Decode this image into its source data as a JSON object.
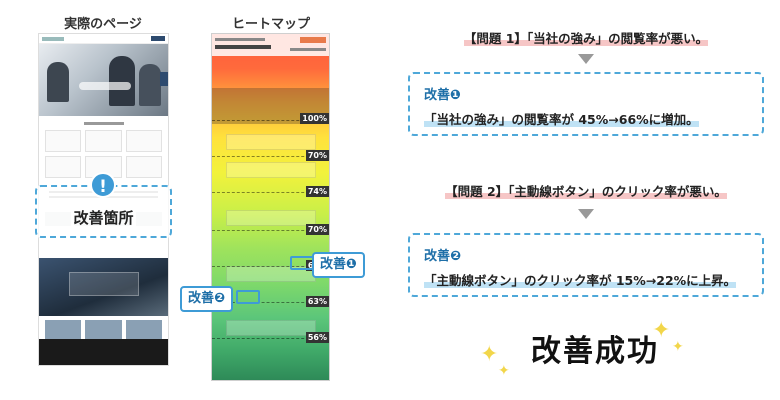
{
  "columns": {
    "actual_title": "実際のページ",
    "heatmap_title": "ヒートマップ"
  },
  "actual_page": {
    "alert_symbol": "!",
    "focus_label": "改善箇所"
  },
  "heatmap": {
    "percentages": [
      "100%",
      "70%",
      "74%",
      "70%",
      "68%",
      "63%",
      "56%"
    ],
    "tag1": "改善❶",
    "tag2": "改善❷"
  },
  "problems": [
    {
      "problem": "【問題 1】「当社の強み」の閲覧率が悪い。",
      "result_heading": "改善❶",
      "result_text": "「当社の強み」の閲覧率が 45%→66%に増加。"
    },
    {
      "problem": "【問題 2】「主動線ボタン」のクリック率が悪い。",
      "result_heading": "改善❷",
      "result_text": "「主動線ボタン」のクリック率が 15%→22%に上昇。"
    }
  ],
  "success_text": "改善成功",
  "colors": {
    "accent_blue": "#3e9bd6",
    "problem_highlight": "#f6c6c6",
    "result_highlight": "#bfe2f5",
    "sparkle": "#f2d64a"
  }
}
